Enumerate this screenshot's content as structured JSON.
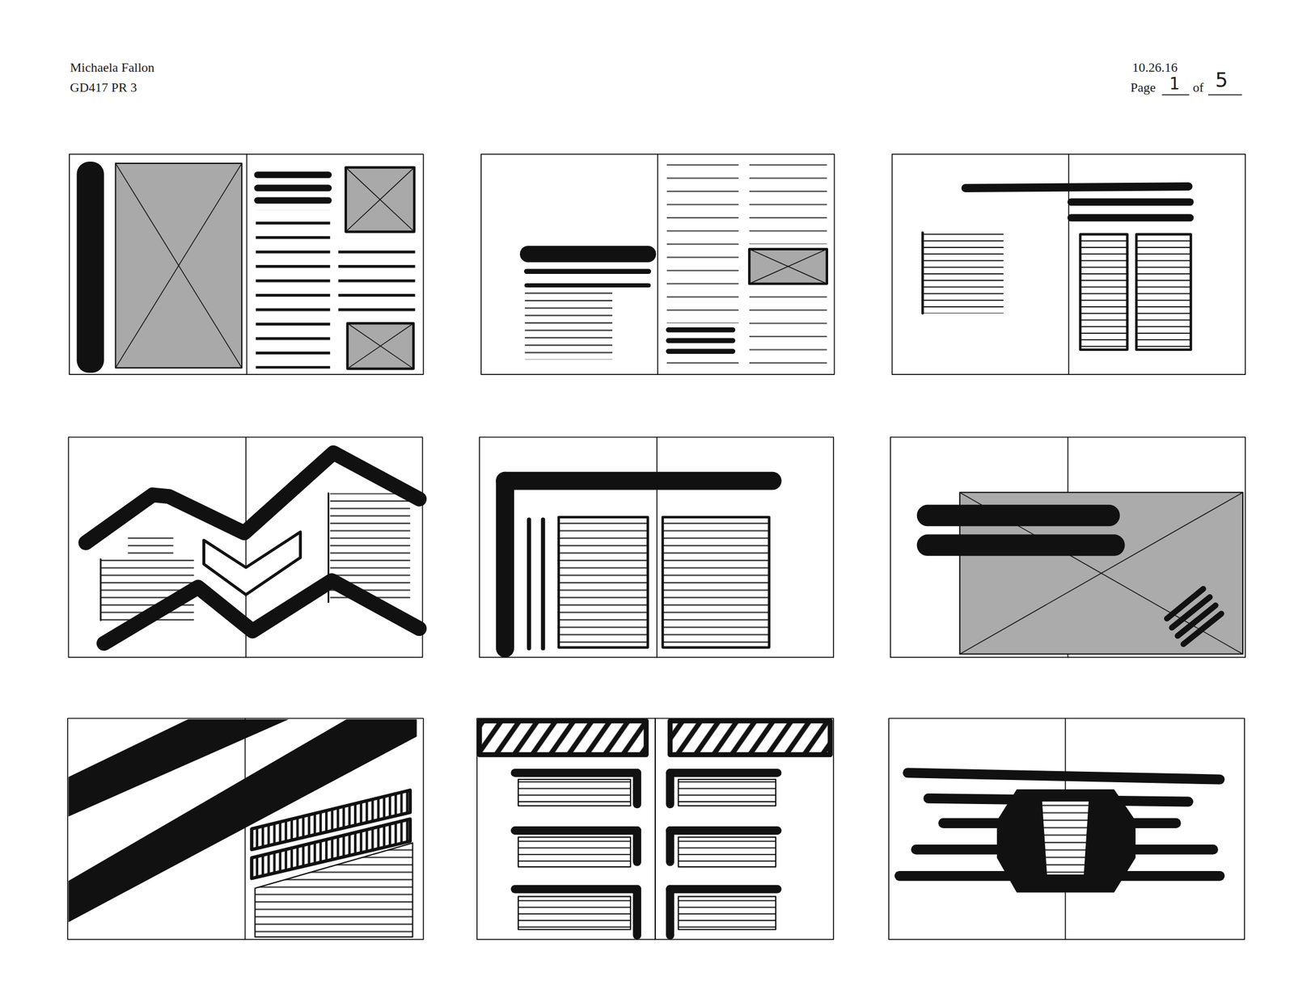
{
  "diagram": {
    "labels": [
      "Michaela Fallon",
      "GD417 PR 3",
      "10.26.16",
      "Page",
      "1",
      "of",
      "5"
    ]
  }
}
